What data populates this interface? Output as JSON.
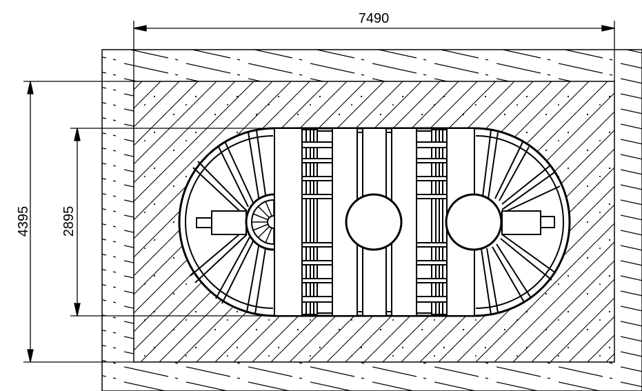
{
  "dimensions": {
    "overall_width": "7490",
    "excavation_width": "4395",
    "tank_width": "2895"
  },
  "colors": {
    "stroke": "#000000",
    "background": "#ffffff"
  }
}
